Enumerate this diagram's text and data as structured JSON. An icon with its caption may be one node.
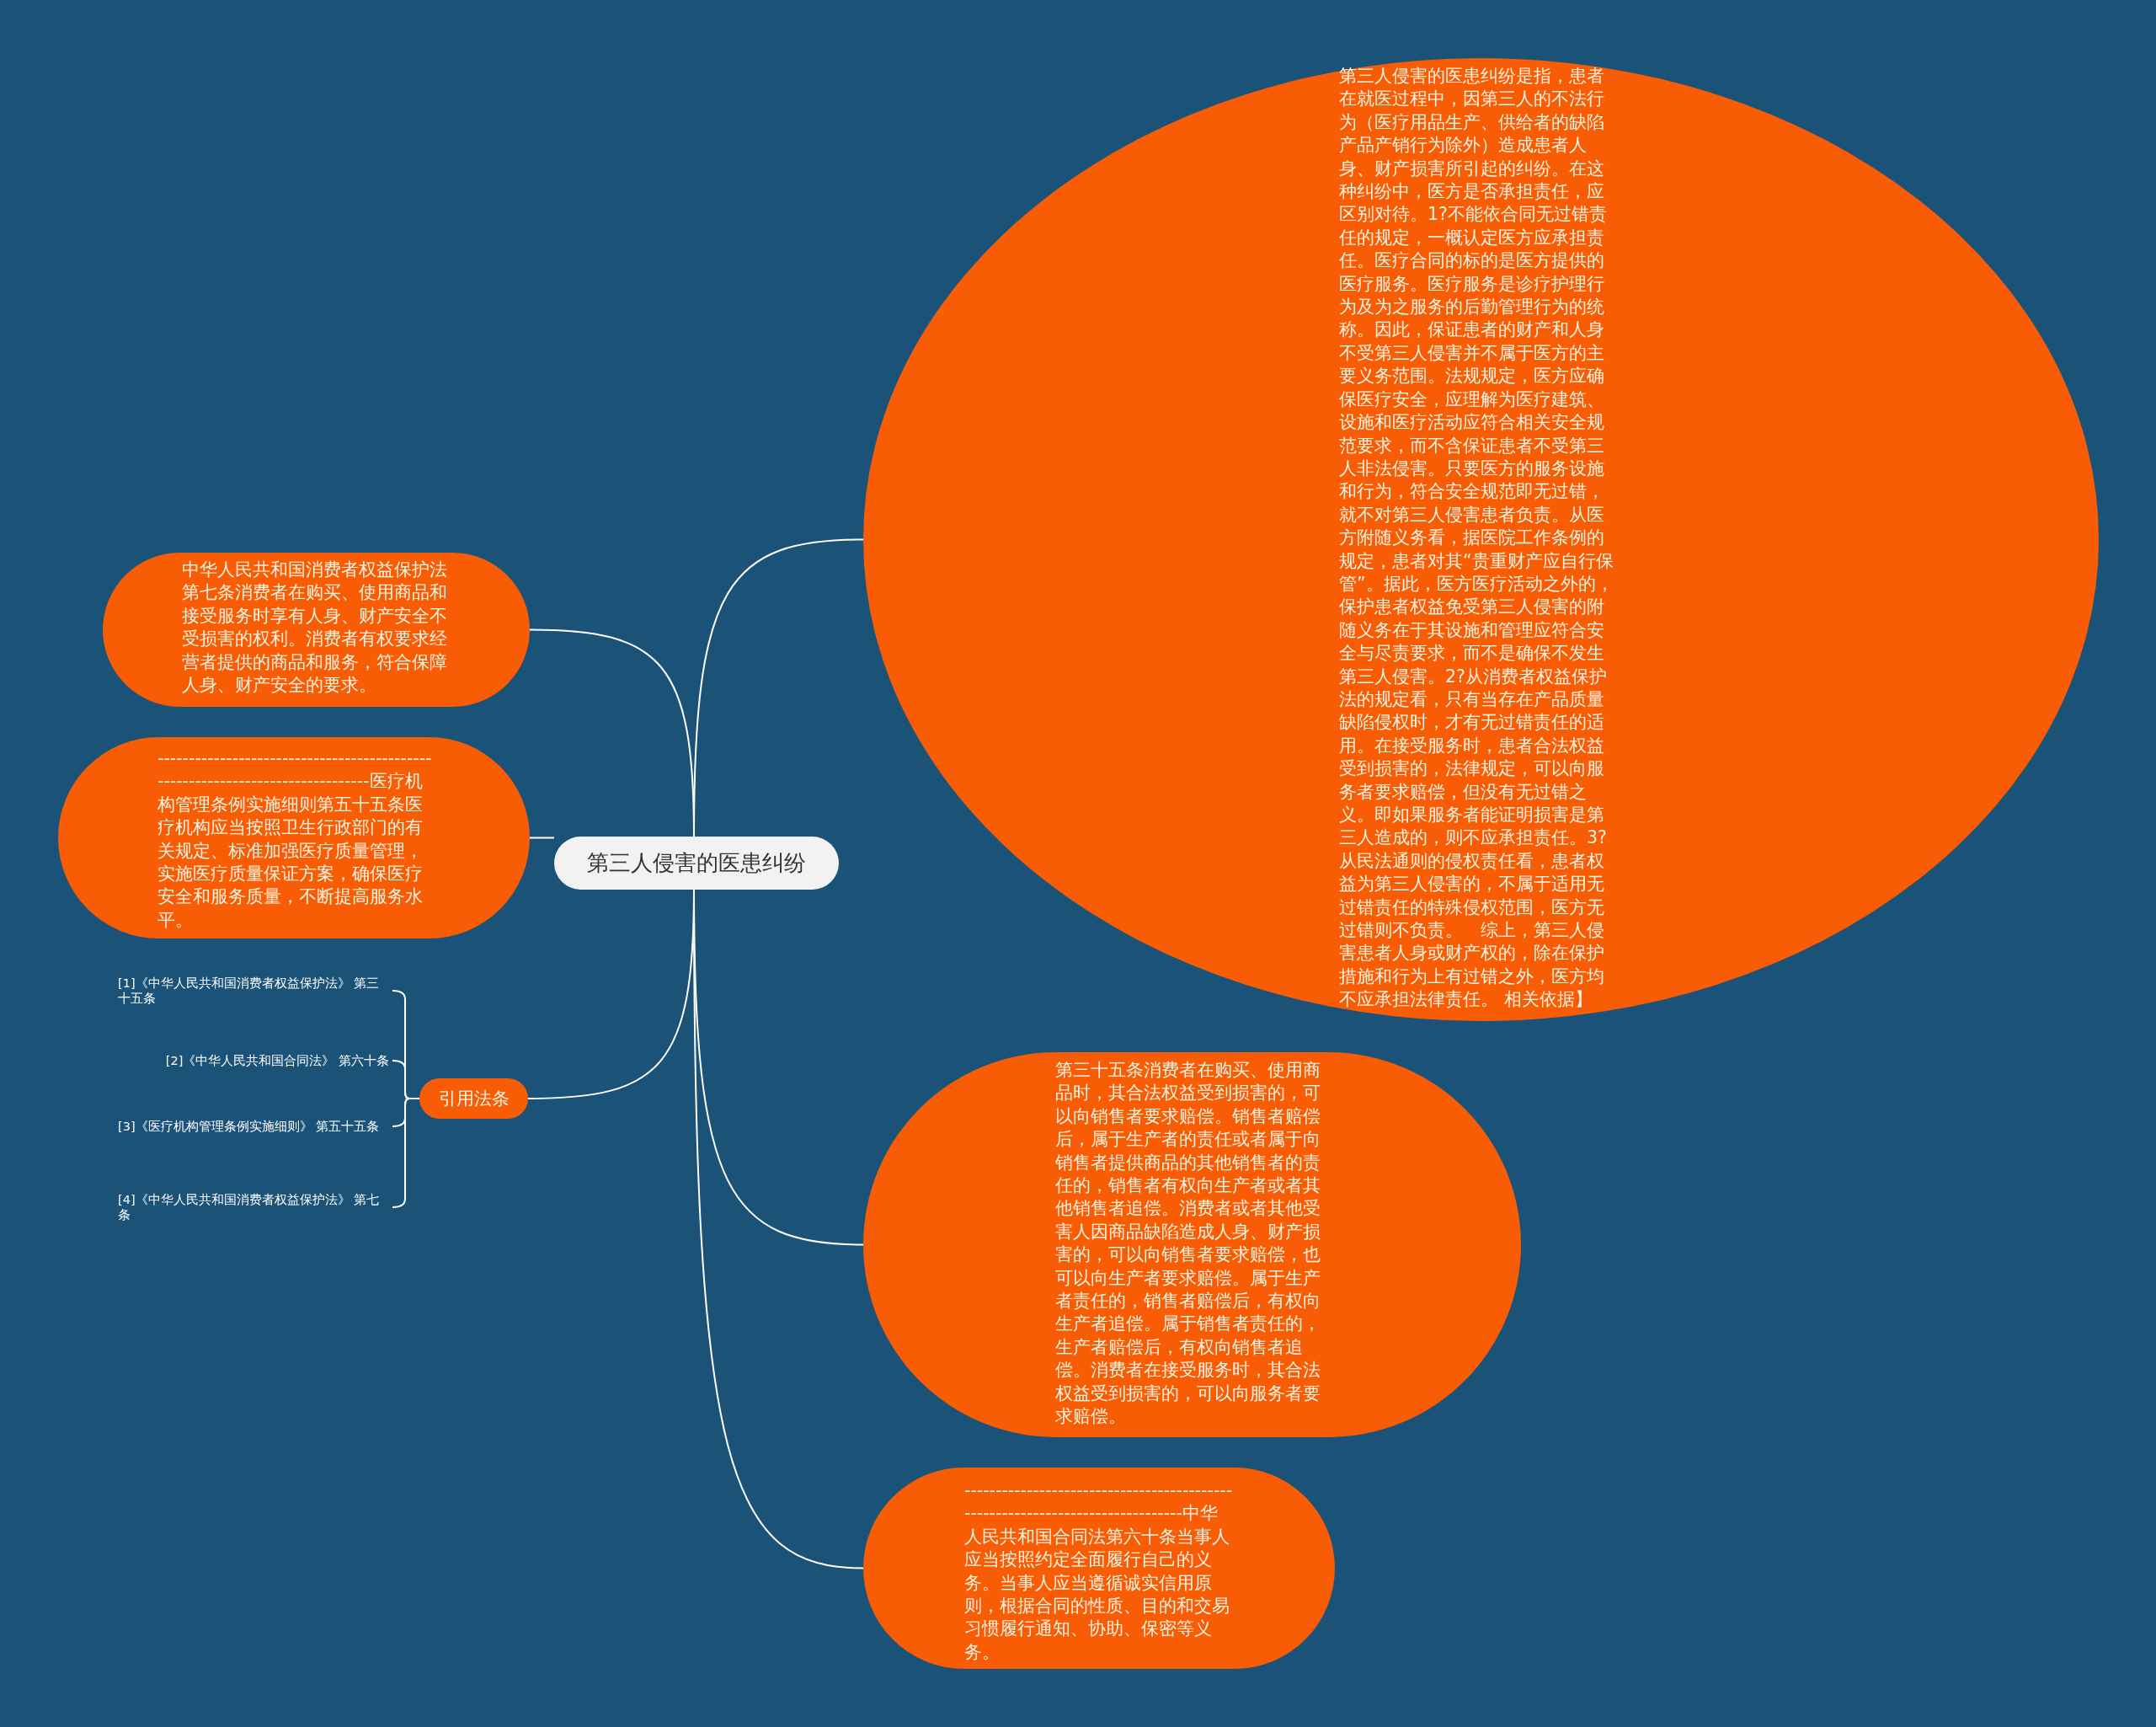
{
  "diagram": {
    "nodes": [
      {
        "text": [
          "第三人侵害的医患纠纷"
        ]
      },
      {
        "text": [
          "第三人侵害的医患纠纷是指，患者在就医过程中，因第三人的不法行为（医疗用品生产、供给者的缺陷产品产销行为除外）造成患者人身、财产损害所引起的纠纷。在这种纠纷中，医方是否承担责任，应区别对待。1?不能依合同无过错责任的规定，一概认定医方应承担责任。医疗合同的标的是医方提供的医疗服务。医疗服务是诊疗护理行为及为之服务的后勤管理行为的统称。因此，保证患者的财产和人身不受第三人侵害并不属于医方的主要义务范围。法规规定，医方应确保医疗安全，应理解为医疗建筑、设施和医疗活动应符合相关安全规范要求，而不含保证患者不受第三人非法侵害。只要医方的服务设施和行为，符合安全规范即无过错，就不对第三人侵害患者负责。从医方附随义务看，据医院工作条例的规定，患者对其“贵重财产应自行保管”。据此，医方医疗活动之外的，保护患者权益免受第三人侵害的附随义务在于其设施和管理应符合安全与尽责要求，而不是确保不发生第三人侵害。2?从消费者权益保护法的规定看，只有当存在产品质量缺陷侵权时，才有无过错责任的适用。在接受服务时，患者合法权益受到损害的，法律规定，可以向服务者要求赔偿，但没有无过错之义。即如果服务者能证明损害是第三人造成的，则不应承担责任。3?从民法通则的侵权责任看，患者权益为第三人侵害的，不属于适用无过错责任的特殊侵权范围，医方无过错则不负责。　综上，第三人侵害患者人身或财产权的，除在保护措施和行为上有过错之外，医方均不应承担法律责任。 相关依据】"
        ]
      },
      {
        "text": [
          "第三十五条消费者在购买、使用商品时，其合法权益受到损害的，可以向销售者要求赔偿。销售者赔偿后，属于生产者的责任或者属于向销售者提供商品的其他销售者的责任的，销售者有权向生产者或者其他销售者追偿。消费者或者其他受害人因商品缺陷造成人身、财产损害的，可以向销售者要求赔偿，也可以向生产者要求赔偿。属于生产者责任的，销售者赔偿后，有权向生产者追偿。属于销售者责任的，生产者赔偿后，有权向销售者追偿。消费者在接受服务时，其合法权益受到损害的，可以向服务者要求赔偿。"
        ]
      },
      {
        "text": [
          "------------------------------------------------------------------------------中华人民共和国合同法第六十条当事人应当按照约定全面履行自己的义务。当事人应当遵循诚实信用原则，根据合同的性质、目的和交易习惯履行通知、协助、保密等义务。"
        ]
      },
      {
        "text": [
          "中华人民共和国消费者权益保护法第七条消费者在购买、使用商品和接受服务时享有人身、财产安全不受损害的权利。消费者有权要求经营者提供的商品和服务，符合保障人身、财产安全的要求。"
        ]
      },
      {
        "text": [
          "------------------------------------------------------------------------------医疗机构管理条例实施细则第五十五条医疗机构应当按照卫生行政部门的有关规定、标准加强医疗质量管理，实施医疗质量保证方案，确保医疗安全和服务质量，不断提高服务水平。"
        ]
      },
      {
        "text": [
          "引用法条"
        ]
      },
      {
        "text": [
          "[1]《中华人民共和国消费者权益保护法》 第三十五条"
        ]
      },
      {
        "text": [
          "[2]《中华人民共和国合同法》 第六十条"
        ]
      },
      {
        "text": [
          "[3]《医疗机构管理条例实施细则》 第五十五条"
        ]
      },
      {
        "text": [
          "[4]《中华人民共和国消费者权益保护法》 第七条"
        ]
      }
    ],
    "edges": [
      {
        "from": 0,
        "to": 1,
        "arrow": "none"
      },
      {
        "from": 0,
        "to": 2,
        "arrow": "none"
      },
      {
        "from": 0,
        "to": 3,
        "arrow": "none"
      },
      {
        "from": 0,
        "to": 4,
        "arrow": "none"
      },
      {
        "from": 0,
        "to": 5,
        "arrow": "none"
      },
      {
        "from": 0,
        "to": 6,
        "arrow": "none"
      },
      {
        "from": 6,
        "to": 7,
        "arrow": "none"
      },
      {
        "from": 6,
        "to": 8,
        "arrow": "none"
      },
      {
        "from": 6,
        "to": 9,
        "arrow": "none"
      },
      {
        "from": 6,
        "to": 10,
        "arrow": "none"
      }
    ]
  }
}
